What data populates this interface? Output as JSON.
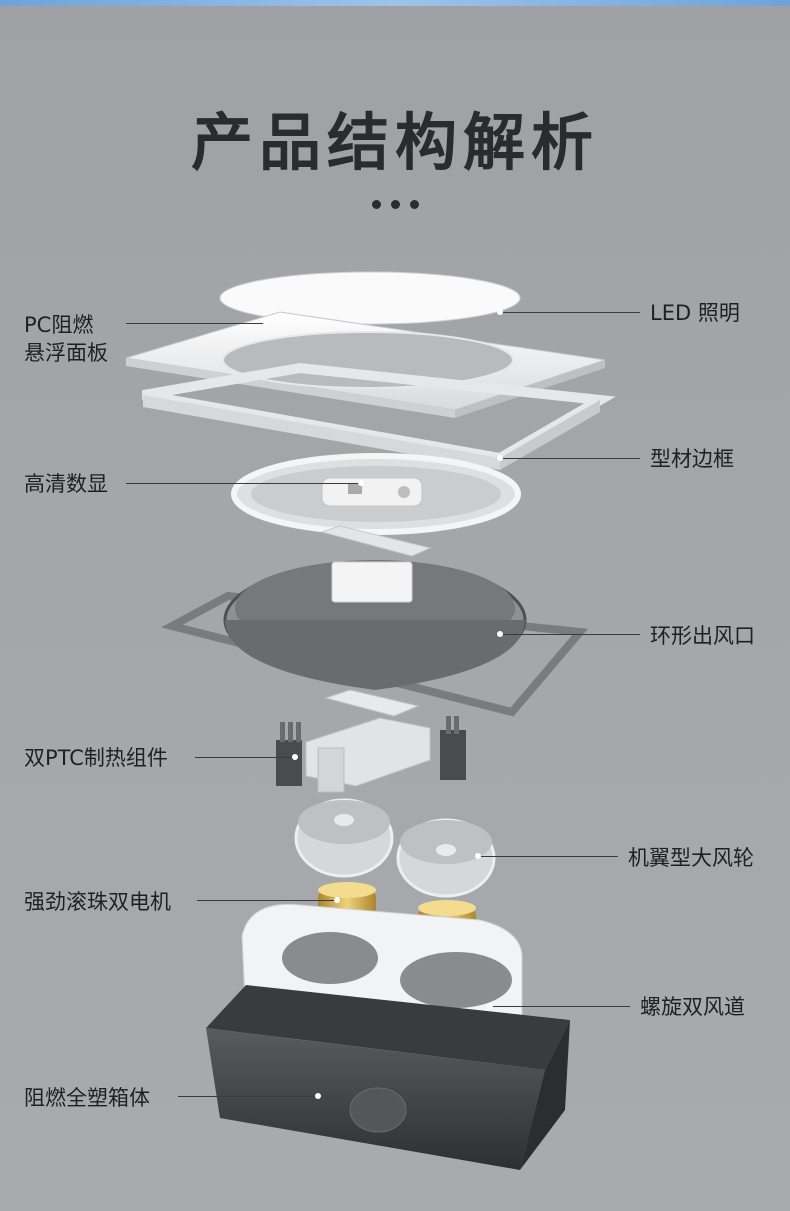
{
  "header": {
    "title": "产品结构解析"
  },
  "labels": {
    "pc_panel": "PC阻燃\n悬浮面板",
    "led": "LED 照明",
    "frame": "型材边框",
    "display": "高清数显",
    "outlet": "环形出风口",
    "ptc": "双PTC制热组件",
    "wheel": "机翼型大风轮",
    "motor": "强劲滚珠双电机",
    "duct": "螺旋双风道",
    "box": "阻燃全塑箱体"
  }
}
